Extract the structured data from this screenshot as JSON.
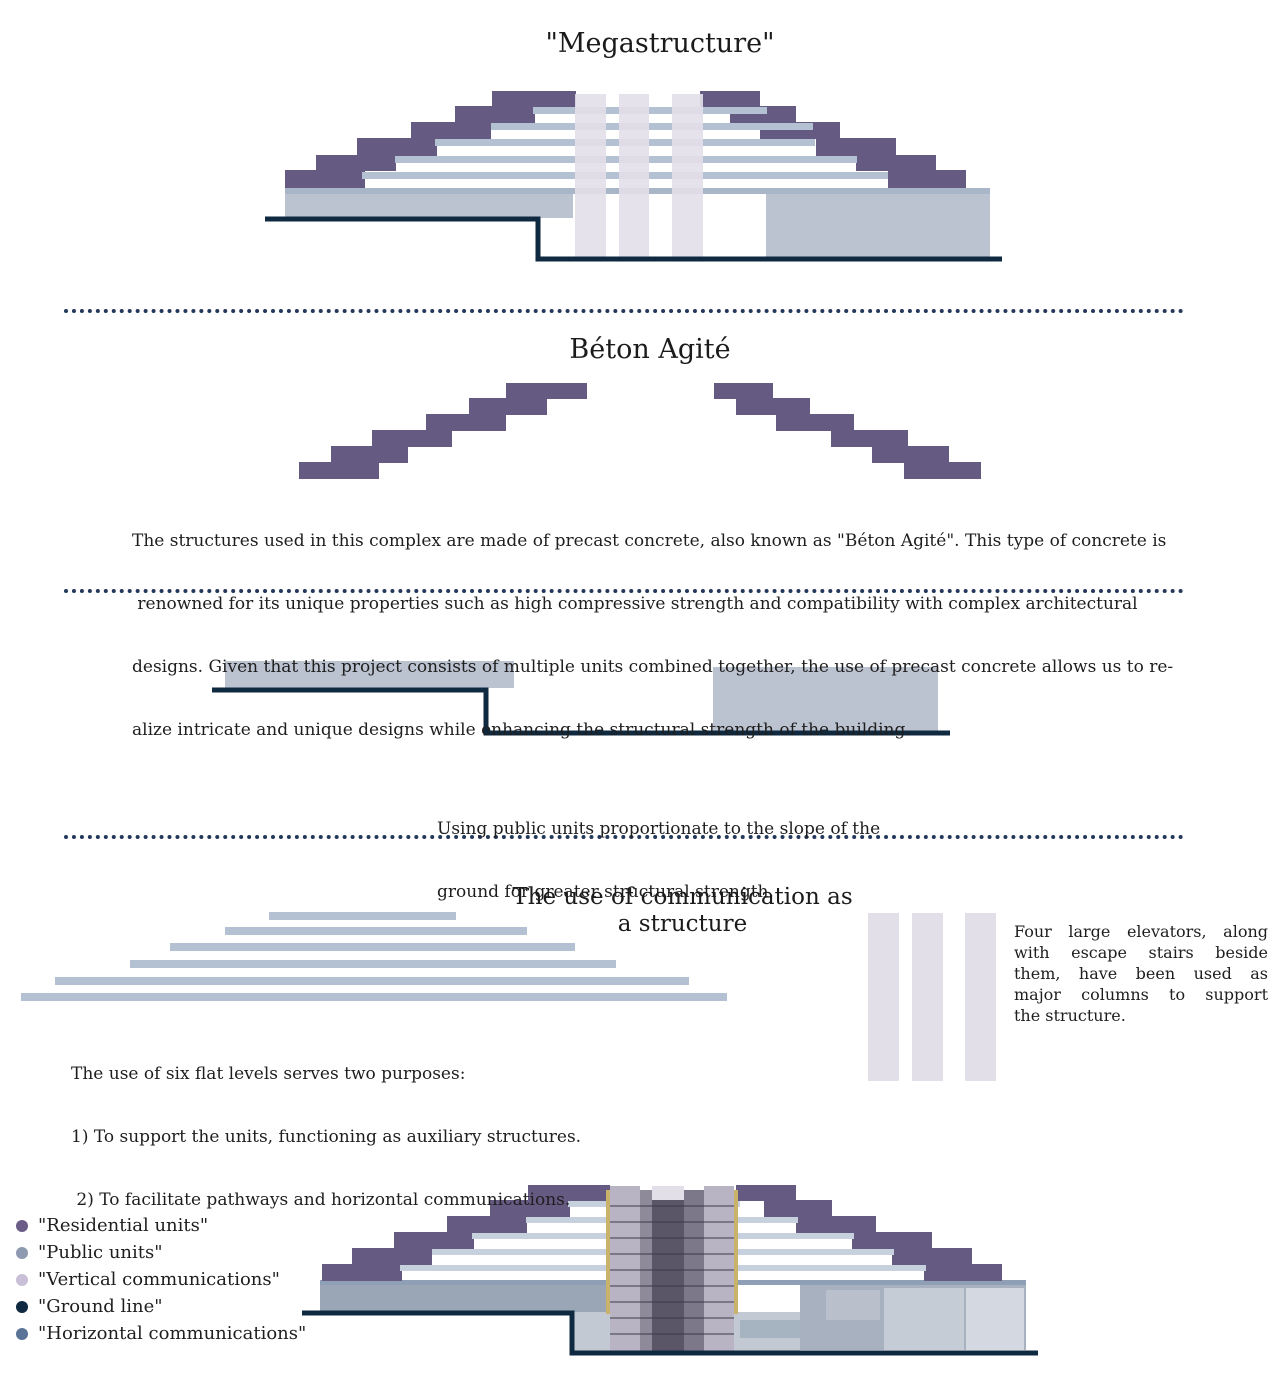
{
  "sections": {
    "megastructure": {
      "title": "\"Megastructure\""
    },
    "beton_agite": {
      "title": "Béton Agité",
      "description_lines": [
        "The structures used in this complex are made of precast concrete, also known as \"Béton Agité\". This type of concrete is",
        " renowned for its unique properties such as high compressive strength and compatibility with complex architectural",
        "designs. Given that this project consists of multiple units combined together, the use of precast concrete allows us to re-",
        "alize intricate and unique designs while enhancing the structural strength of the building."
      ]
    },
    "public_units": {
      "description_lines": [
        "Using public units proportionate to the slope of the",
        "ground for greater structural strength."
      ]
    },
    "communication": {
      "title_lines": [
        "The use of communication as",
        "a structure"
      ],
      "levels_lines": [
        "The use of six flat levels serves two purposes:",
        "1) To support the units, functioning as auxiliary structures.",
        " 2) To facilitate pathways and horizontal communications."
      ],
      "elevators_lines": [
        "Four large elevators, along",
        "with escape stairs beside",
        "them, have been used as",
        "major columns to support",
        "the structure."
      ]
    }
  },
  "legend": [
    {
      "label": "\"Residential units\"",
      "color": "#6a5c86"
    },
    {
      "label": "\"Public units\"",
      "color": "#8e9ab0"
    },
    {
      "label": "\"Vertical communications\"",
      "color": "#c9bfd6"
    },
    {
      "label": "\"Ground line\"",
      "color": "#0f2a40"
    },
    {
      "label": "\"Horizontal communications\"",
      "color": "#5a7397"
    }
  ],
  "colors": {
    "residential": "#655a82",
    "public": "#bcc3d0",
    "horizontal": "#b4c1d3",
    "vertical": "#e3dfe9",
    "ground": "#0f2a40",
    "divider": "#23385a"
  }
}
